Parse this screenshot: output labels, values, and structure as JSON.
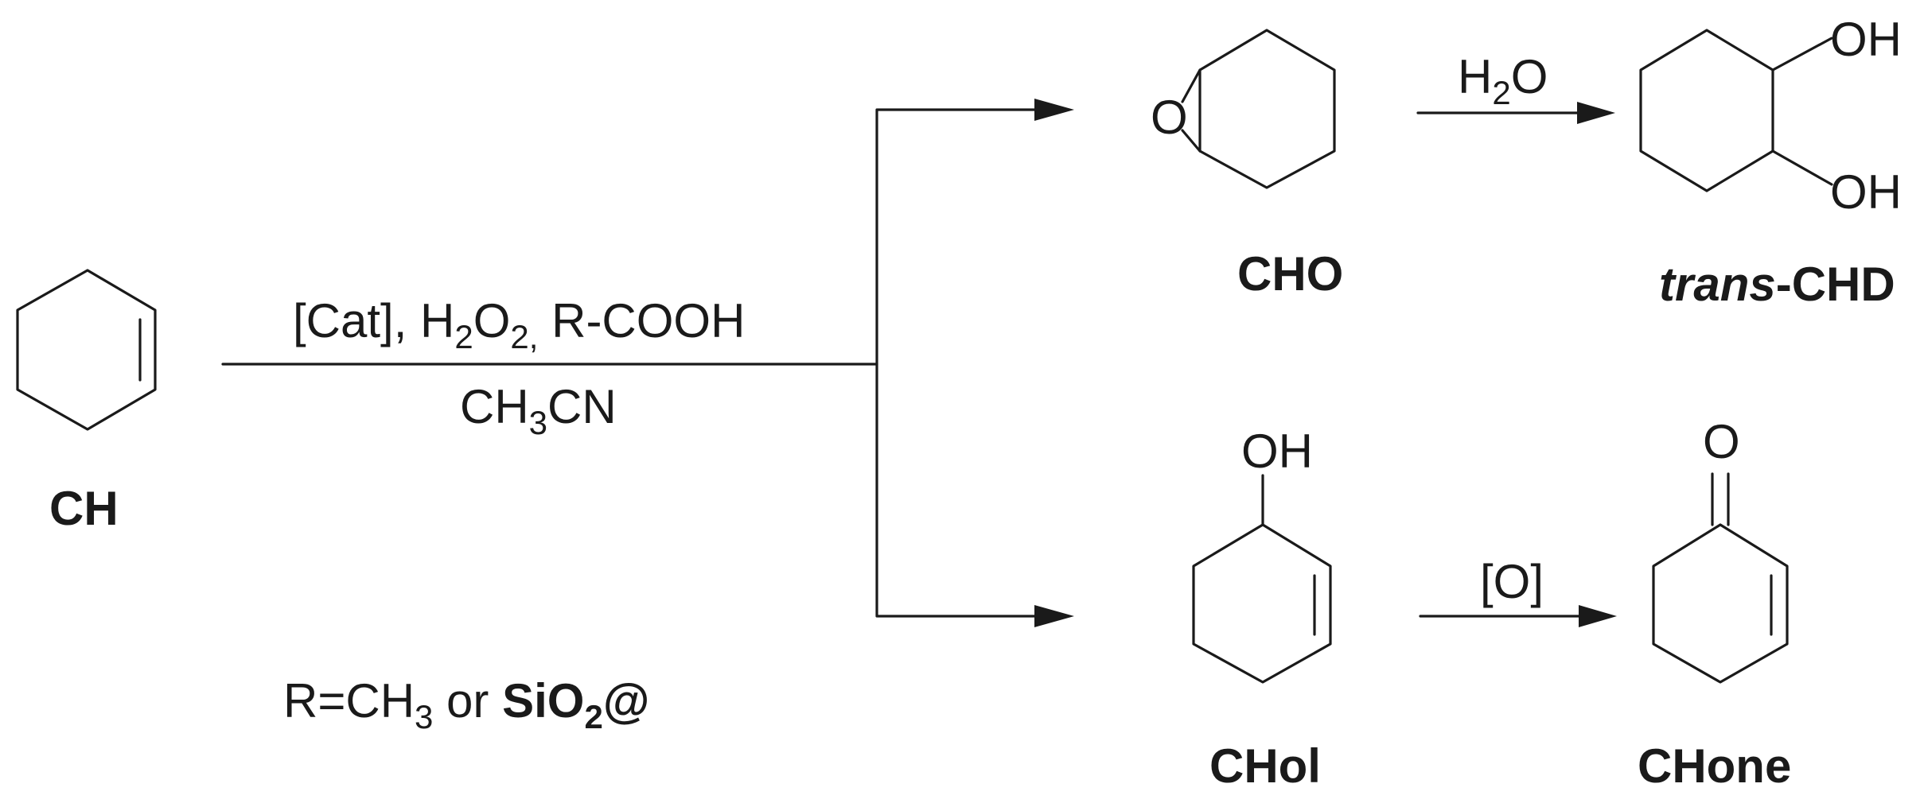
{
  "conditions": {
    "reagents_part1": "[Cat], H",
    "h2o2_sub1": "2",
    "h2o2_O": "O",
    "h2o2_sub2": "2,",
    "reagents_part2": " R-COOH",
    "solvent_CH": "CH",
    "solvent_sub": "3",
    "solvent_CN": "CN"
  },
  "r_group": {
    "prefix": "R=CH",
    "sub3": "3",
    "or": " or ",
    "bold": "SiO",
    "bold_sub": "2",
    "at": "@"
  },
  "water": {
    "H": "H",
    "sub": "2",
    "O": "O"
  },
  "oxidant": "[O]",
  "atoms": {
    "epoxide_o": "O",
    "oh1": "OH",
    "oh2": "OH",
    "chol_oh": "OH",
    "chone_o": "O"
  },
  "compounds": {
    "ch": "CH",
    "cho": "CHO",
    "chd_prefix": "trans",
    "chd_suffix": "-CHD",
    "chol": "CHol",
    "chone": "CHone"
  }
}
